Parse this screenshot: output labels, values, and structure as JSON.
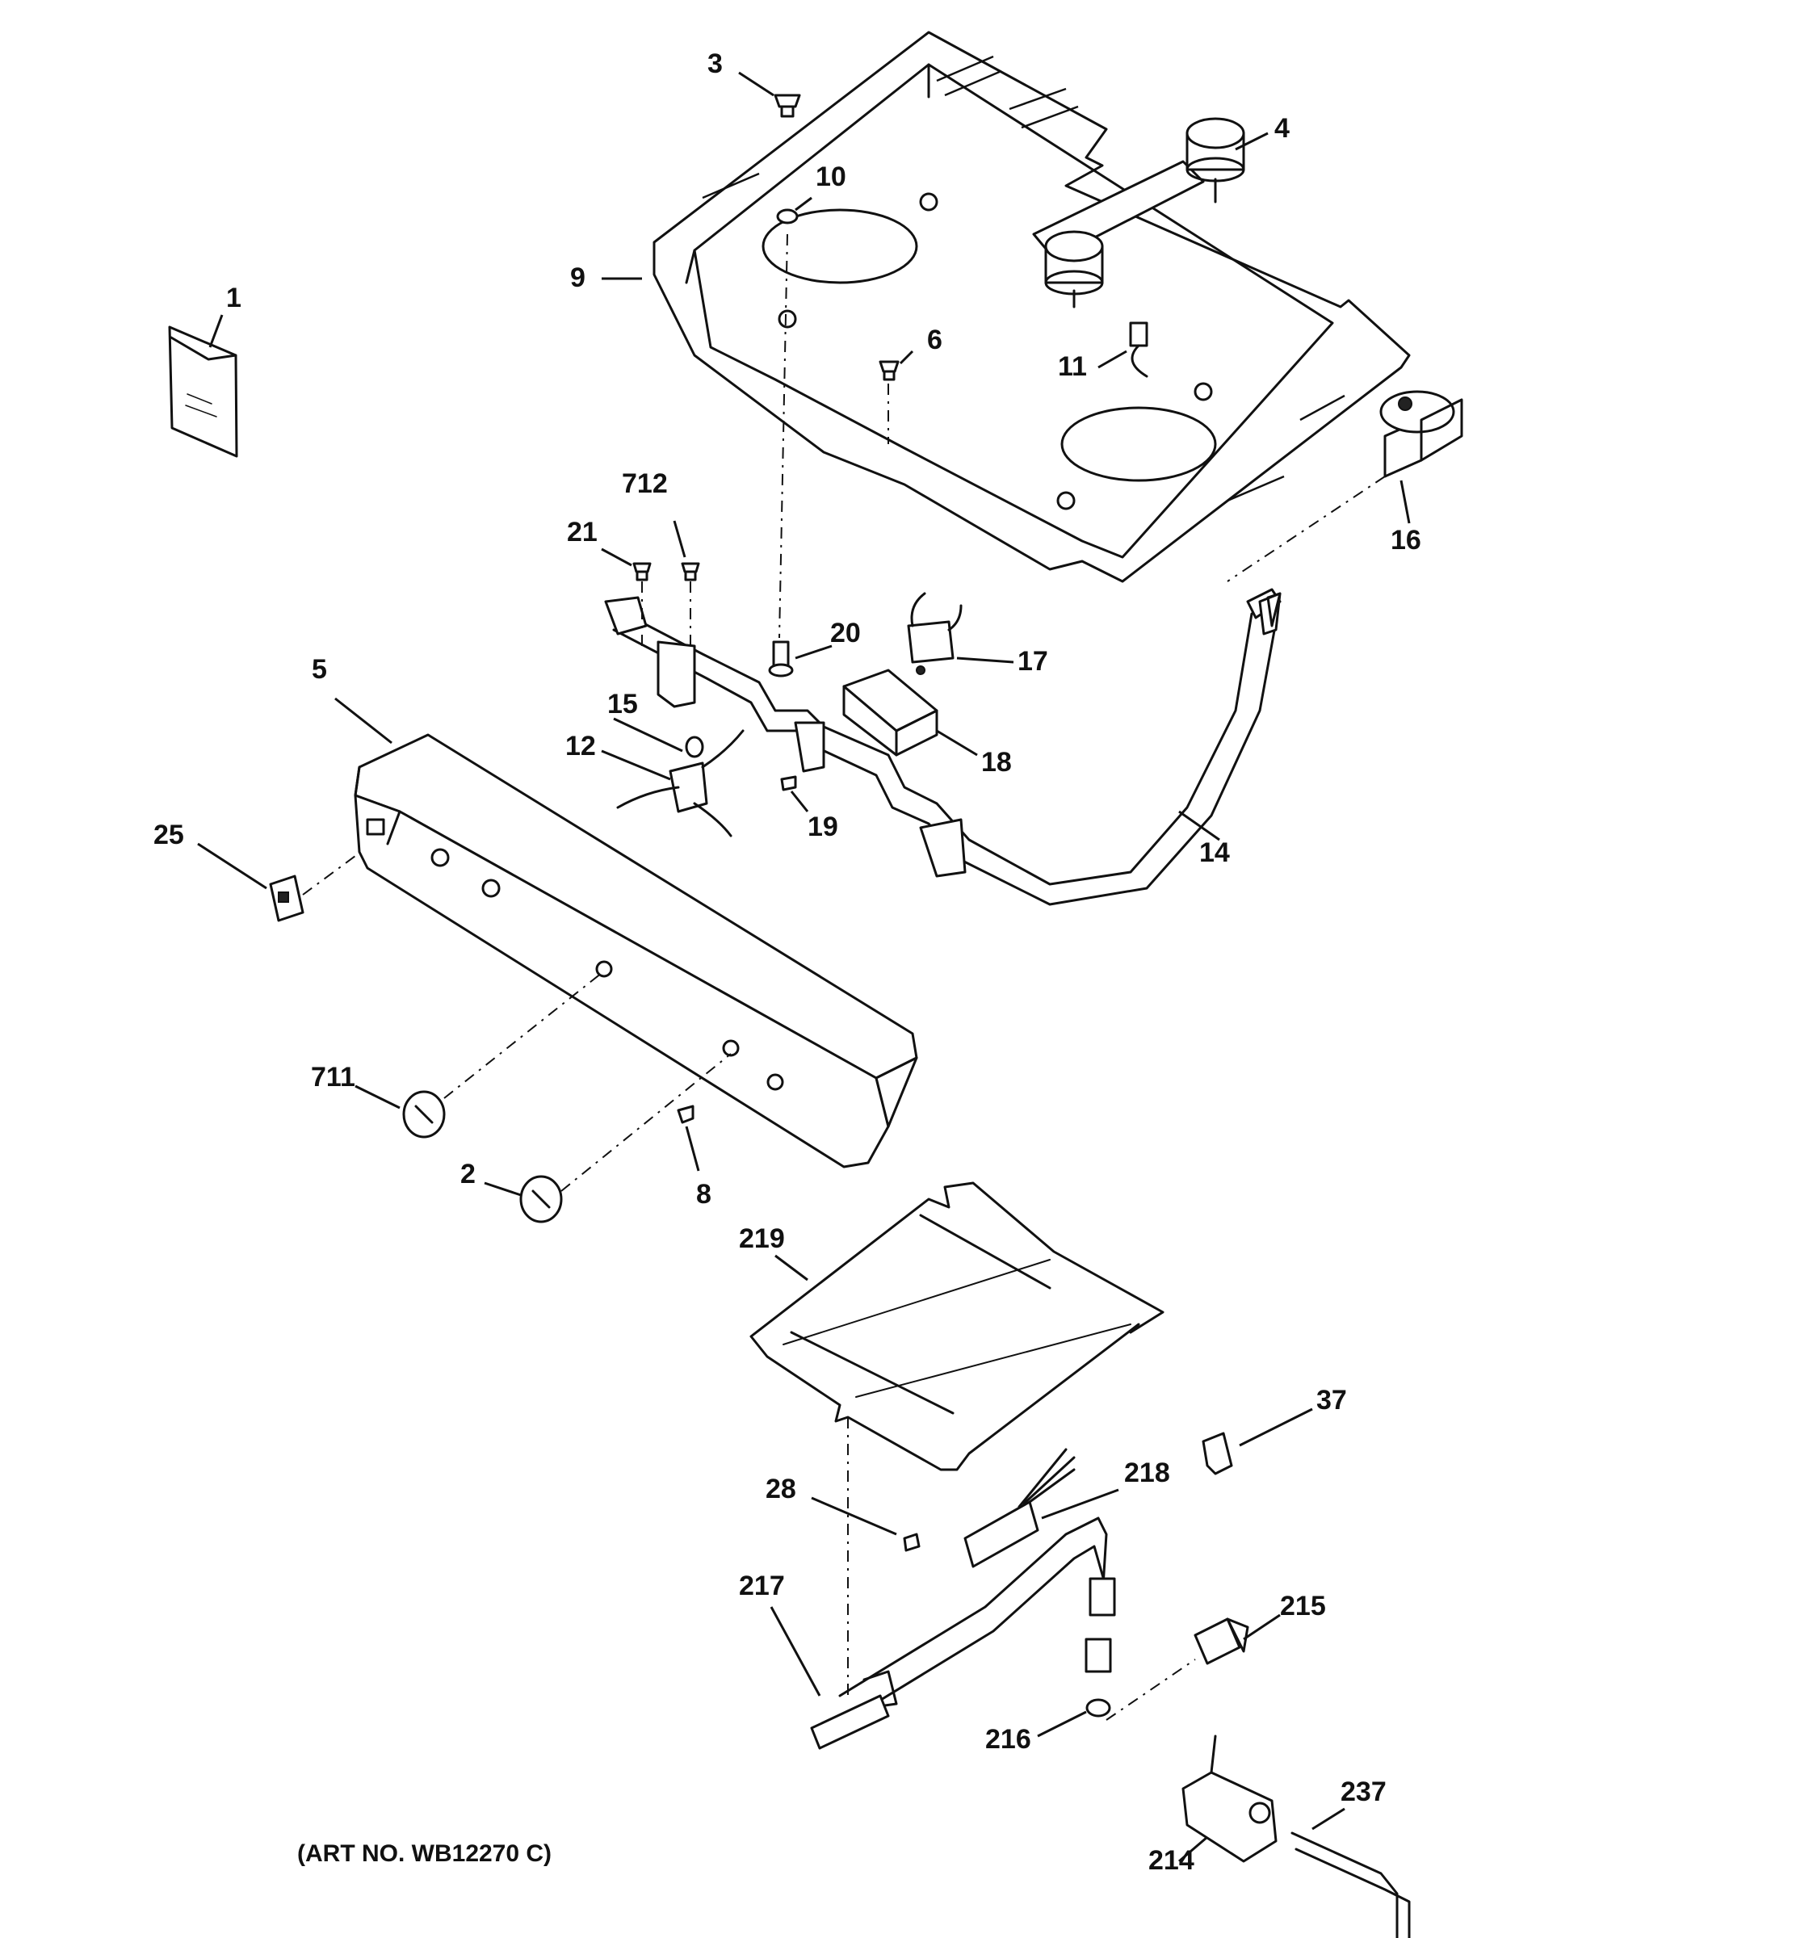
{
  "diagram": {
    "callouts": [
      "1",
      "2",
      "3",
      "4",
      "5",
      "6",
      "8",
      "9",
      "10",
      "11",
      "12",
      "14",
      "15",
      "16",
      "17",
      "18",
      "19",
      "20",
      "21",
      "25",
      "28",
      "37",
      "214",
      "215",
      "216",
      "217",
      "218",
      "219",
      "237",
      "711",
      "712"
    ],
    "art_number": "(ART NO. WB12270 C)"
  }
}
